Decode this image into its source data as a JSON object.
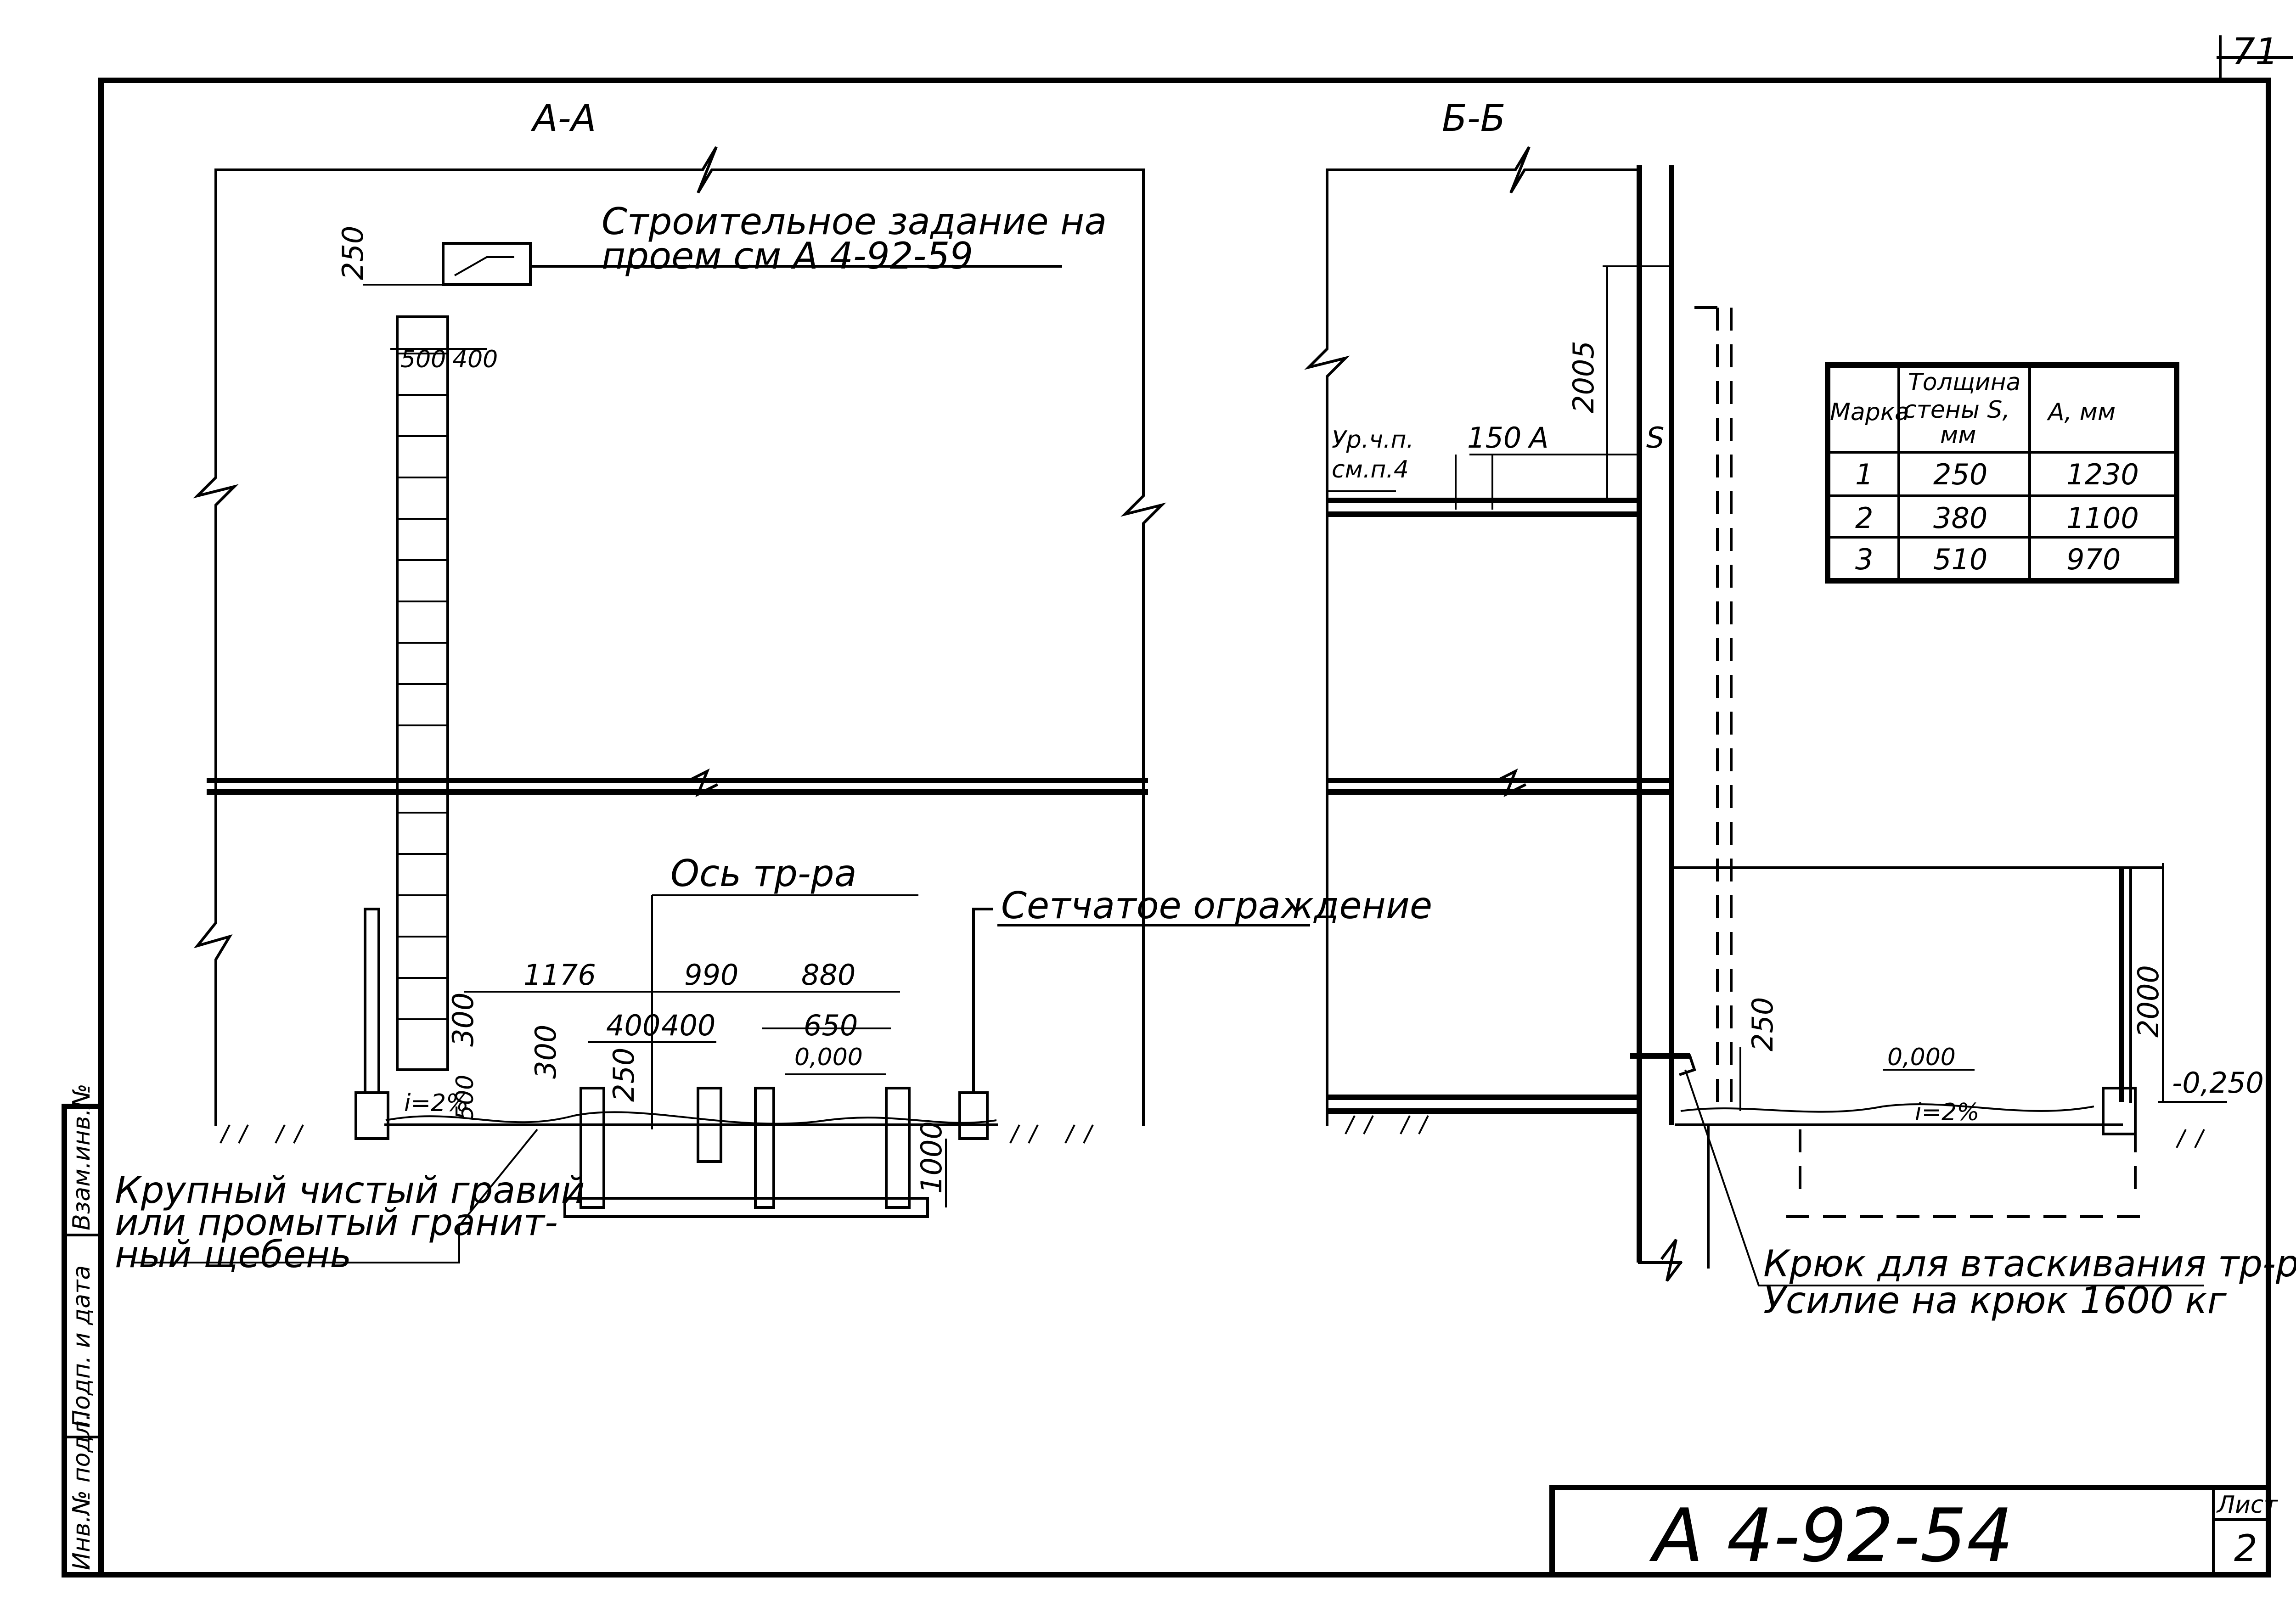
{
  "page_number": "71",
  "section_aa": {
    "title": "А-А"
  },
  "section_bb": {
    "title": "Б-Б"
  },
  "notes": {
    "construction_task_line1": "Строительное задание на",
    "construction_task_line2": "проем см А 4-92-59",
    "pipe_axis": "Ось тр-ра",
    "mesh_fence": "Сетчатое ограждение",
    "gravel_line1": "Крупный чистый гравий",
    "gravel_line2": "или промытый гранит-",
    "gravel_line3": "ный щебень",
    "hook_line1": "Крюк для втаскивания тр-ра",
    "hook_line2": "Усилие на крюк 1600 кг",
    "floor_level_line1": "Ур.ч.п.",
    "floor_level_line2": "см.п.4"
  },
  "dimensions_aa": {
    "d250": "250",
    "d500": "500",
    "d400a": "400",
    "d1176": "1176",
    "d990": "990",
    "d880": "880",
    "d300a": "300",
    "d300b": "300",
    "d400b": "400",
    "d400c": "400",
    "d650": "650",
    "d250b": "250",
    "d500b": "500",
    "d1000": "1000",
    "level_0": "0,000",
    "slope": "i=2%"
  },
  "dimensions_bb": {
    "d2005": "2005",
    "d150": "150",
    "dA": "А",
    "dS": "S",
    "d250": "250",
    "d2000": "2000",
    "level_0": "0,000",
    "level_neg": "-0,250",
    "slope": "i=2%"
  },
  "table": {
    "headers": [
      "Марка",
      "Толщина стены S, мм",
      "А, мм"
    ],
    "header_thickness_lines": [
      "Толщина",
      "стены S,",
      "мм"
    ],
    "rows": [
      [
        "1",
        "250",
        "1230"
      ],
      [
        "2",
        "380",
        "1100"
      ],
      [
        "3",
        "510",
        "970"
      ]
    ]
  },
  "side_stamp": [
    "Инв.№ подл.",
    "Подп. и дата",
    "Взам.инв.№"
  ],
  "title_block": {
    "doc_code": "А 4-92-54",
    "sheet_label": "Лист",
    "sheet_number": "2"
  }
}
